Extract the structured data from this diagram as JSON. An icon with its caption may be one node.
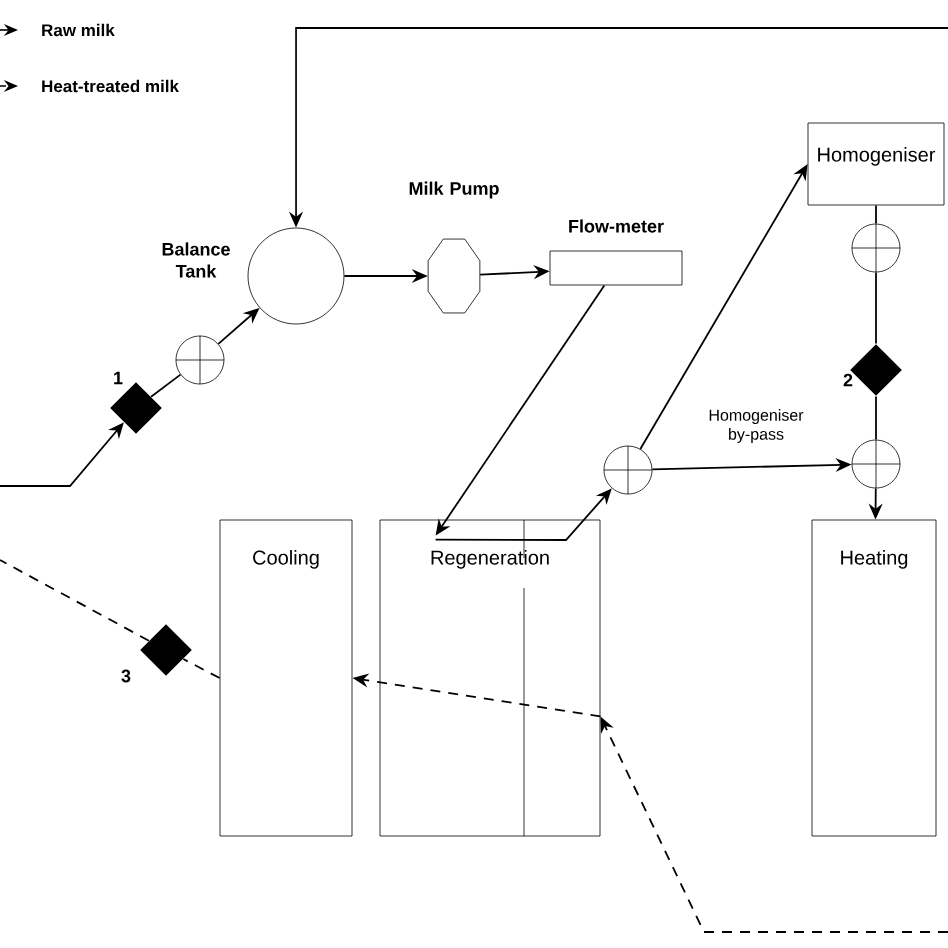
{
  "diagram": {
    "nodes": [
      {
        "text": [],
        "shape": "circle",
        "beside": [
          "Balance Tank"
        ]
      },
      {
        "text": [],
        "shape": "octagon",
        "beside": [
          "Milk Pump"
        ]
      },
      {
        "text": [],
        "shape": "box",
        "beside": [
          "Flow-meter"
        ]
      },
      {
        "text": [
          "Homogeniser"
        ]
      },
      {
        "text": [
          "Cooling"
        ]
      },
      {
        "text": [
          "Regeneration"
        ]
      },
      {
        "text": [
          "Heating"
        ]
      },
      {
        "text": [],
        "shape": "diamond",
        "beside": [
          "1"
        ]
      },
      {
        "text": [],
        "shape": "circle"
      },
      {
        "text": [],
        "shape": "circle"
      },
      {
        "text": [],
        "shape": "circle"
      },
      {
        "text": [],
        "shape": "diamond",
        "beside": [
          "2"
        ]
      },
      {
        "text": [],
        "shape": "circle"
      },
      {
        "text": [],
        "shape": "diamond",
        "beside": [
          "3"
        ]
      }
    ],
    "edges": [
      {
        "from": null,
        "to": 0,
        "arrow": "to"
      },
      {
        "from": null,
        "to": 7,
        "arrow": "to"
      },
      {
        "from": 7,
        "to": 8,
        "arrow": "none"
      },
      {
        "from": 8,
        "to": 0,
        "arrow": "to"
      },
      {
        "from": 0,
        "to": 1,
        "arrow": "to"
      },
      {
        "from": 1,
        "to": 2,
        "arrow": "to"
      },
      {
        "from": 2,
        "to": 5,
        "arrow": "to"
      },
      {
        "from": 5,
        "to": 9,
        "arrow": "to"
      },
      {
        "from": 9,
        "to": 3,
        "arrow": "to"
      },
      {
        "from": 9,
        "to": 12,
        "arrow": "to",
        "label": "Homogeniser by-pass"
      },
      {
        "from": 3,
        "to": 10,
        "arrow": "none"
      },
      {
        "from": 10,
        "to": 11,
        "arrow": "none"
      },
      {
        "from": 11,
        "to": 12,
        "arrow": "none"
      },
      {
        "from": 12,
        "to": 6,
        "arrow": "to"
      },
      {
        "from": null,
        "to": 5,
        "arrow": "to",
        "style": "dashed"
      },
      {
        "from": 5,
        "to": 4,
        "arrow": "to",
        "style": "dashed"
      },
      {
        "from": 4,
        "to": 13,
        "arrow": "none",
        "style": "dashed"
      },
      {
        "from": 13,
        "to": null,
        "arrow": "none",
        "style": "dashed"
      }
    ],
    "legend": [
      {
        "text": "Raw milk"
      },
      {
        "text": "Heat-treated milk"
      }
    ]
  }
}
